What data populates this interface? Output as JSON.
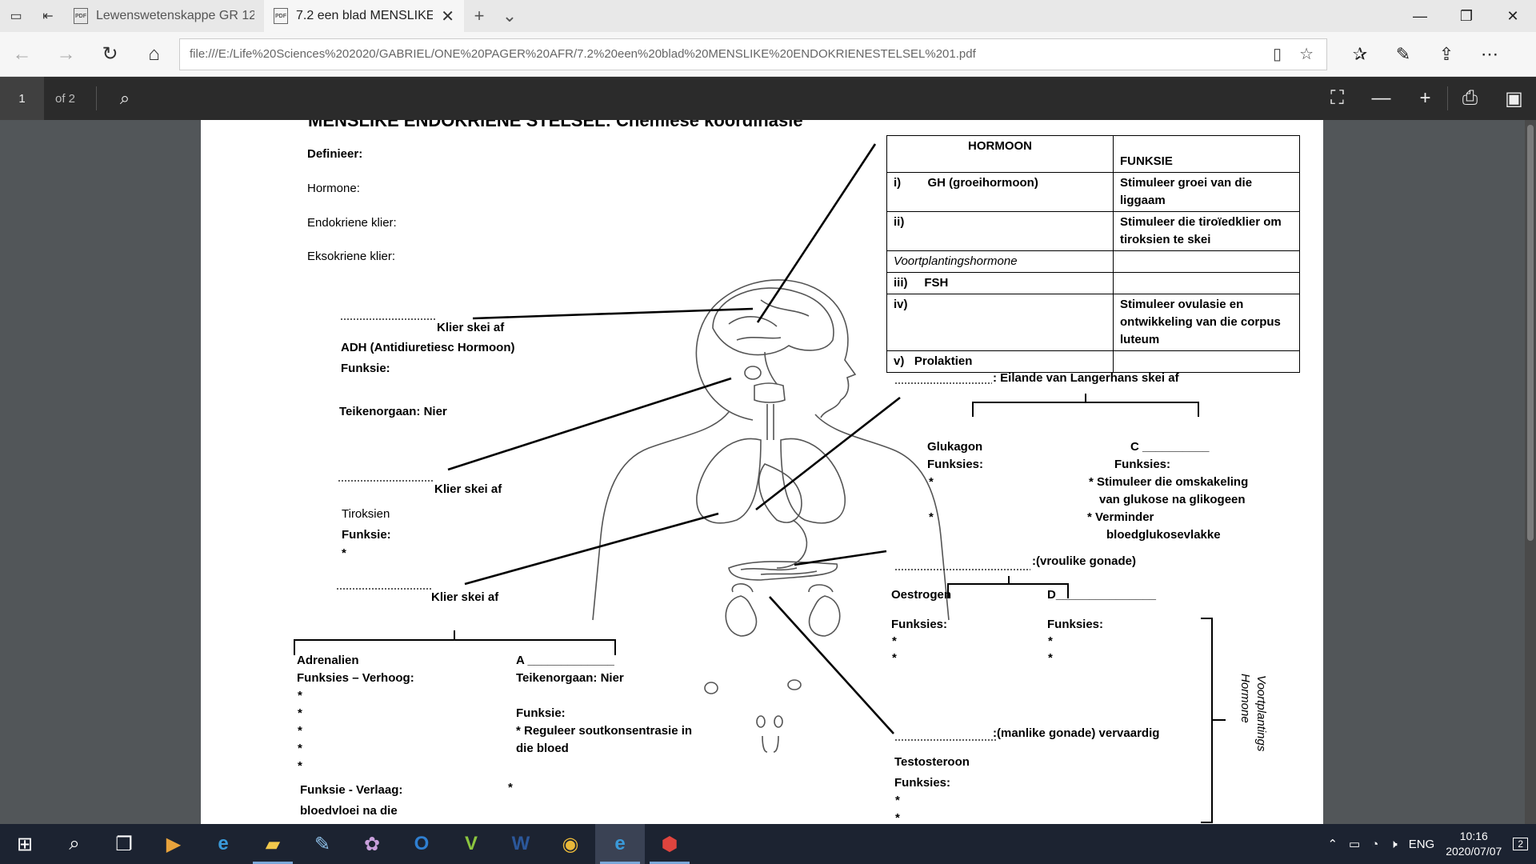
{
  "browser": {
    "tabs": [
      {
        "label": "Lewenswetenskappe GR 12",
        "active": false
      },
      {
        "label": "7.2 een blad MENSLIKE",
        "active": true
      }
    ],
    "url": "file:///E:/Life%20Sciences%202020/GABRIEL/ONE%20PAGER%20AFR/7.2%20een%20blad%20MENSLIKE%20ENDOKRIENESTELSEL%201.pdf"
  },
  "pdf_toolbar": {
    "page": "1",
    "of": "of 2"
  },
  "doc": {
    "heading": "MENSLIKE ENDOKRIENE STELSEL: Chemiese koordinasie",
    "define": {
      "title": "Definieer:",
      "hormones": "Hormone:",
      "endocrine": "Endokriene klier:",
      "exocrine": "Eksokriene klier:"
    },
    "table": {
      "col_hormone": "HORMOON",
      "col_function": "FUNKSIE",
      "rows": [
        {
          "n": "i)",
          "h": "GH (groeihormoon)",
          "f": "Stimuleer groei van die liggaam"
        },
        {
          "n": "ii)",
          "h": "",
          "f": "Stimuleer die tiroïedklier om tiroksien te skei"
        },
        {
          "section": "Voortplantingshormone"
        },
        {
          "n": "iii)",
          "h": "FSH",
          "f": ""
        },
        {
          "n": "iv)",
          "h": "",
          "f": "Stimuleer ovulasie en ontwikkeling van die corpus luteum"
        },
        {
          "n": "v)",
          "h": "Prolaktien",
          "f": ""
        }
      ]
    },
    "pituitary": {
      "gland": "Klier skei af",
      "hormone": "ADH (Antidiuretiesc Hormoon)",
      "function": "Funksie:",
      "target": "Teikenorgaan: Nier"
    },
    "thyroid": {
      "gland": "Klier skei af",
      "hormone": "Tiroksien",
      "function": "Funksie:",
      "bullet": "*"
    },
    "adrenal": {
      "gland": "Klier skei af",
      "left_title": "Adrenalien",
      "left_func": "Funksies – Verhoog:",
      "bullets": [
        "*",
        "*",
        "*",
        "*",
        "*"
      ],
      "lower_func": "Funksie -  Verlaag:",
      "lower_text": "bloedvloei na die",
      "right_title": "A _____________",
      "right_target": "Teikenorgaan: Nier",
      "right_func": "Funksie:",
      "right_line1": "* Reguleer soutkonsentrasie in",
      "right_line2": "die bloed",
      "right_bullet": "*"
    },
    "pancreas": {
      "islets": ": Eilande van Langerhans skei af",
      "glucagon": "Glukagon",
      "glucagon_func": "Funksies:",
      "glucagon_b1": "*",
      "glucagon_b2": "*",
      "c_title": "C __________",
      "c_func": "Funksies:",
      "c_b1": "*  Stimuleer die omskakeling",
      "c_b1b": "van glukose na glikogeen",
      "c_b2": "*    Verminder",
      "c_b2b": "bloedglukosevlakke"
    },
    "ovary": {
      "title": ":(vroulike gonade)",
      "oestrogen": "Oestrogen",
      "d_title": "D_______________",
      "func_left": "Funksies:",
      "func_right": "Funksies:",
      "bullet": "*"
    },
    "testis": {
      "title": ":(manlike gonade) vervaardig",
      "hormone": "Testosteroon",
      "func": "Funksies:",
      "bullet": "*"
    },
    "side_label_1": "Voortplantings",
    "side_label_2": "Hormone"
  },
  "taskbar": {
    "lang": "ENG",
    "time": "10:16",
    "date": "2020/07/07",
    "notifications": "2"
  }
}
